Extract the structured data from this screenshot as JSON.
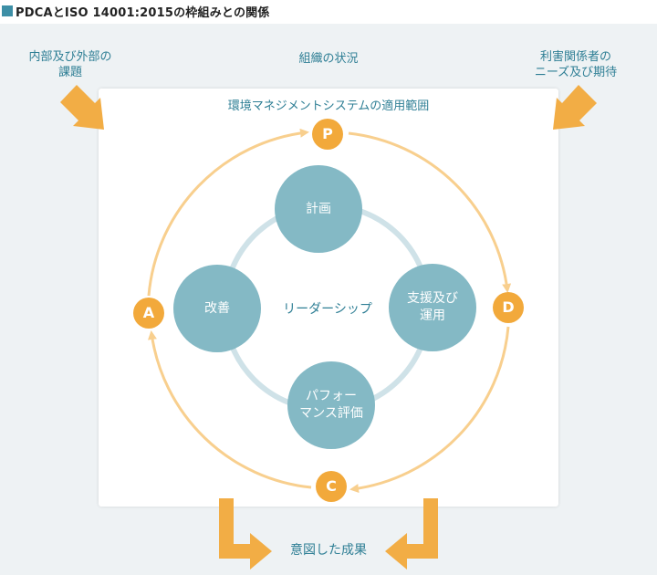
{
  "title": "PDCAとISO 14001:2015の枠組みとの関係",
  "inputs": {
    "internal_external_line1": "内部及び外部の",
    "internal_external_line2": "課題",
    "context": "組織の状況",
    "stakeholders_line1": "利害関係者の",
    "stakeholders_line2": "ニーズ及び期待"
  },
  "scope": "環境マネジメントシステムの適用範囲",
  "center": "リーダーシップ",
  "nodes": {
    "plan": "計画",
    "support_line1": "支援及び",
    "support_line2": "運用",
    "performance_line1": "パフォー",
    "performance_line2": "マンス評価",
    "improvement": "改善"
  },
  "phases": {
    "p": "P",
    "d": "D",
    "c": "C",
    "a": "A"
  },
  "outcome": "意図した成果",
  "colors": {
    "accent": "#3d8fa6",
    "node": "#84b9c5",
    "inner_ring": "#cfe2e8",
    "outer_ring": "#f8cf8e",
    "phase": "#f2a93b",
    "arrow": "#f2ad45",
    "panel": "#eef2f4"
  }
}
